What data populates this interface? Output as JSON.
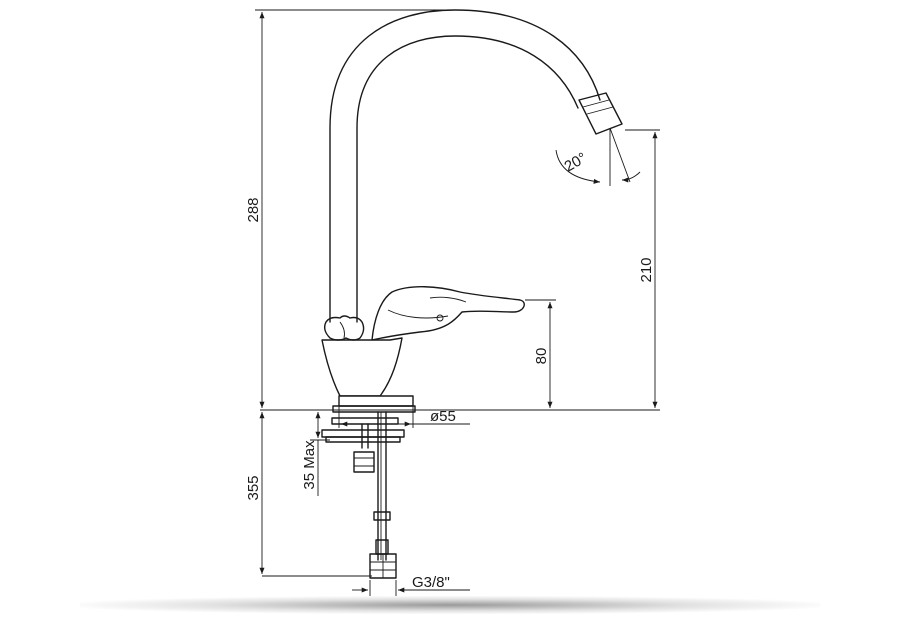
{
  "dimensions": {
    "total_height": "288",
    "spout_height": "210",
    "lever_height": "80",
    "base_diameter": "ø55",
    "below_counter": "355",
    "counter_thickness": "35 Max",
    "thread_size": "G3/8\"",
    "spout_angle": "20°"
  }
}
